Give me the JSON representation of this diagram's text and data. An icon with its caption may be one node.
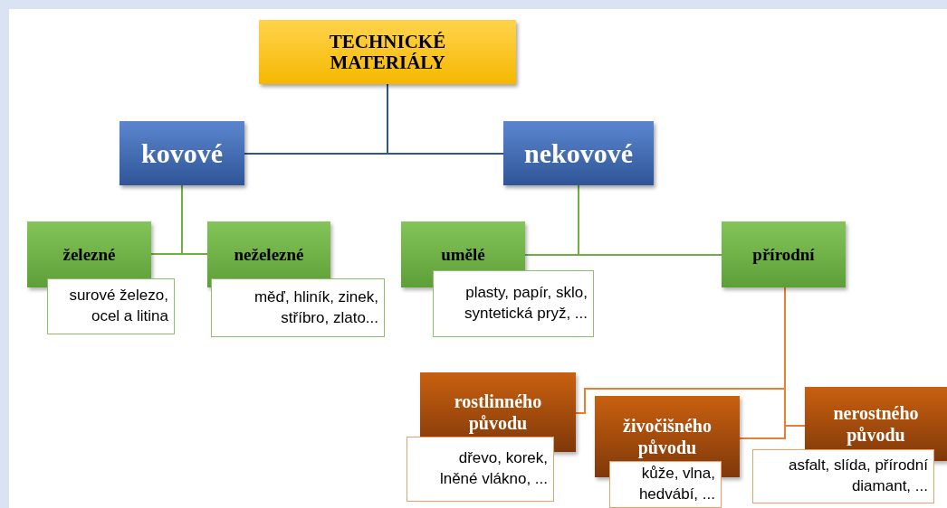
{
  "diagram": {
    "nodes": [
      {
        "text": [
          "TECHNICKÉ MATERIÁLY"
        ]
      },
      {
        "text": [
          "kovové"
        ]
      },
      {
        "text": [
          "nekovové"
        ]
      },
      {
        "text": [
          "železné"
        ]
      },
      {
        "text": [
          "surové železo, ocel a litina"
        ]
      },
      {
        "text": [
          "neželezné"
        ]
      },
      {
        "text": [
          "měď, hliník, zinek, stříbro, zlato..."
        ]
      },
      {
        "text": [
          "umělé"
        ]
      },
      {
        "text": [
          "plasty, papír, sklo, syntetická pryž, ..."
        ]
      },
      {
        "text": [
          "přírodní"
        ]
      },
      {
        "text": [
          "rostlinného původu"
        ]
      },
      {
        "text": [
          "dřevo, korek, lněné vlákno, ..."
        ]
      },
      {
        "text": [
          "živočišného původu"
        ]
      },
      {
        "text": [
          "kůže, vlna, hedvábí, ..."
        ]
      },
      {
        "text": [
          "nerostného původu"
        ]
      },
      {
        "text": [
          "asfalt, slída, přírodní diamant, ..."
        ]
      }
    ],
    "edges": [
      {
        "from": 0,
        "to": 1,
        "arrow": "none",
        "color": "#2f5597"
      },
      {
        "from": 0,
        "to": 2,
        "arrow": "none",
        "color": "#2f5597"
      },
      {
        "from": 1,
        "to": 3,
        "arrow": "none"
      },
      {
        "from": 1,
        "to": 5,
        "arrow": "none"
      },
      {
        "from": 2,
        "to": 7,
        "arrow": "none"
      },
      {
        "from": 2,
        "to": 9,
        "arrow": "none"
      },
      {
        "from": 9,
        "to": 10,
        "arrow": "none",
        "color": "#ed7d31"
      },
      {
        "from": 9,
        "to": 12,
        "arrow": "none",
        "color": "#ed7d31"
      },
      {
        "from": 9,
        "to": 14,
        "arrow": "none",
        "color": "#ed7d31"
      }
    ]
  }
}
